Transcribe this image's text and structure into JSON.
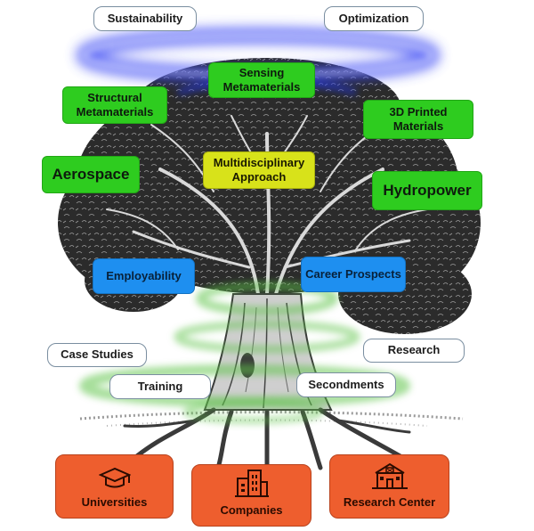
{
  "top_labels": {
    "sustainability": "Sustainability",
    "optimization": "Optimization"
  },
  "canopy_labels": {
    "sensing": "Sensing Metamaterials",
    "structural": "Structural Metamaterials",
    "printed": "3D Printed Materials",
    "aerospace": "Aerospace",
    "multidisciplinary": "Multidisciplinary Approach",
    "hydropower": "Hydropower"
  },
  "trunk_labels": {
    "employability": "Employability",
    "career": "Career Prospects"
  },
  "root_labels": {
    "case_studies": "Case Studies",
    "research": "Research",
    "training": "Training",
    "secondments": "Secondments"
  },
  "foundations": {
    "universities": "Universities",
    "companies": "Companies",
    "research_center": "Research Center"
  },
  "icons": [
    "graduation-cap-icon",
    "office-building-icon",
    "research-building-icon"
  ],
  "colors": {
    "halo": "#3b49f5",
    "ring": "#5fc44a",
    "tree": "#2e2e2e",
    "green_box": "#2ecc1f",
    "yellow_box": "#d8e21a",
    "blue_box": "#1e8ff0",
    "orange_box": "#ee5e2e"
  }
}
